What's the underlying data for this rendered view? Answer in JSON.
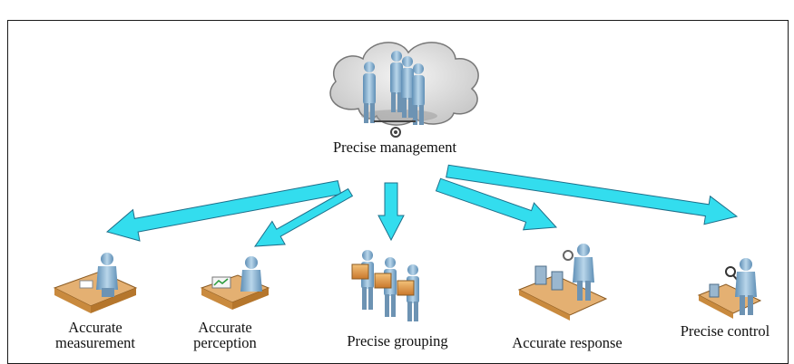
{
  "top_node": {
    "label": "Precise management"
  },
  "nodes": [
    {
      "id": "measurement",
      "label": "Accurate\nmeasurement",
      "icon": "desk-worker-icon"
    },
    {
      "id": "perception",
      "label": "Accurate\nperception",
      "icon": "chart-desk-worker-icon"
    },
    {
      "id": "grouping",
      "label": "Precise grouping",
      "icon": "people-with-boxes-icon"
    },
    {
      "id": "response",
      "label": "Accurate response",
      "icon": "machine-operator-icon"
    },
    {
      "id": "control",
      "label": "Precise control",
      "icon": "inspector-icon"
    }
  ],
  "colors": {
    "arrow": "#33ddee",
    "arrow_stroke": "#1e6f8a",
    "person": "#8fb8d6",
    "box": "#e7a24a",
    "desk": "#e4b072",
    "cloud": "#dedede"
  }
}
